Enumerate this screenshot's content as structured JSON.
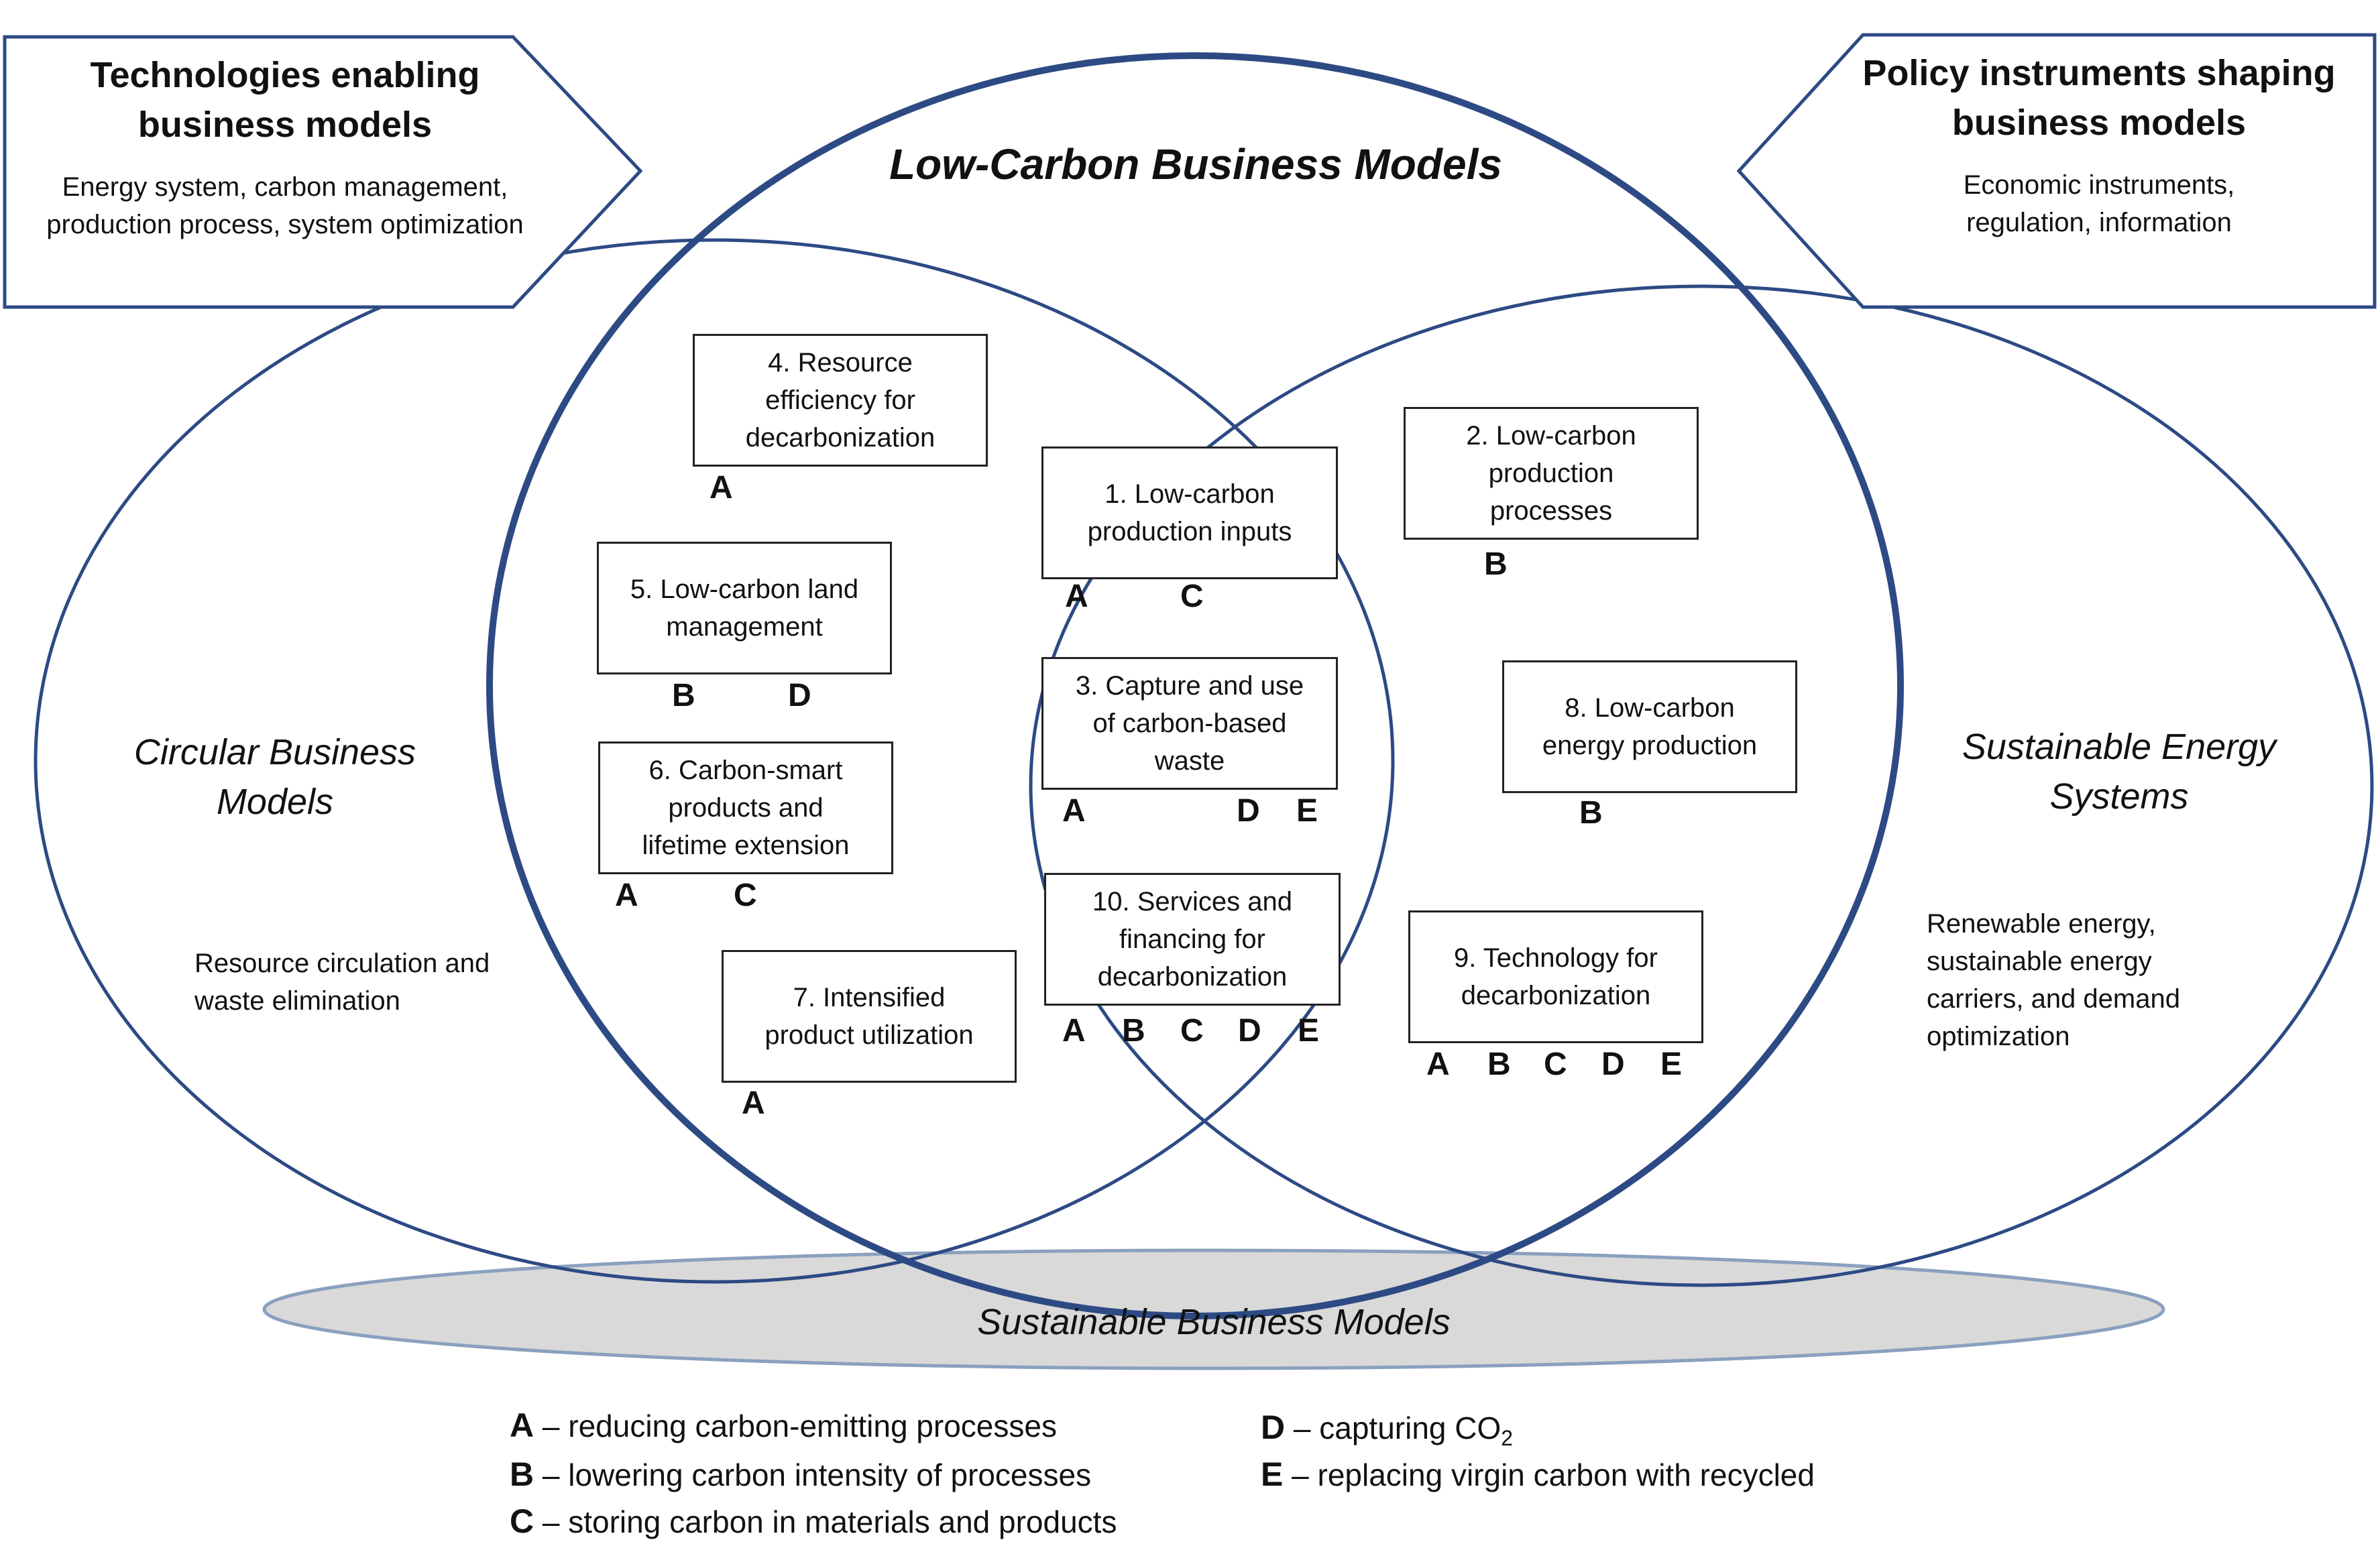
{
  "callout_left": {
    "title_line1": "Technologies enabling",
    "title_line2": "business models",
    "sub_line1": "Energy system, carbon management,",
    "sub_line2": "production process, system optimization"
  },
  "callout_right": {
    "title_line1": "Policy instruments shaping",
    "title_line2": "business models",
    "sub_line1": "Economic instruments,",
    "sub_line2": "regulation, information"
  },
  "main_title": "Low-Carbon Business Models",
  "circular": {
    "title_line1": "Circular Business",
    "title_line2": "Models",
    "sub_line1": "Resource circulation and",
    "sub_line2": "waste elimination"
  },
  "energy": {
    "title_line1": "Sustainable Energy",
    "title_line2": "Systems",
    "sub_line1": "Renewable energy,",
    "sub_line2": "sustainable energy",
    "sub_line3": "carriers, and demand",
    "sub_line4": "optimization"
  },
  "sustainable": {
    "label": "Sustainable Business Models"
  },
  "boxes": {
    "b1": {
      "line1": "1. Low-carbon",
      "line2": "production inputs",
      "letters": [
        "A",
        "C"
      ]
    },
    "b2": {
      "line1": "2. Low-carbon",
      "line2": "production",
      "line3": "processes",
      "letters": [
        "B"
      ]
    },
    "b3": {
      "line1": "3. Capture and use",
      "line2": "of carbon-based",
      "line3": "waste",
      "letters": [
        "A",
        "D",
        "E"
      ]
    },
    "b4": {
      "line1": "4. Resource",
      "line2": "efficiency for",
      "line3": "decarbonization",
      "letters": [
        "A"
      ]
    },
    "b5": {
      "line1": "5. Low-carbon land",
      "line2": "management",
      "letters": [
        "B",
        "D"
      ]
    },
    "b6": {
      "line1": "6. Carbon-smart",
      "line2": "products and",
      "line3": "lifetime extension",
      "letters": [
        "A",
        "C"
      ]
    },
    "b7": {
      "line1": "7. Intensified",
      "line2": "product utilization",
      "letters": [
        "A"
      ]
    },
    "b8": {
      "line1": "8. Low-carbon",
      "line2": "energy production",
      "letters": [
        "B"
      ]
    },
    "b9": {
      "line1": "9. Technology for",
      "line2": "decarbonization",
      "letters": [
        "A",
        "B",
        "C",
        "D",
        "E"
      ]
    },
    "b10": {
      "line1": "10. Services and",
      "line2": "financing for",
      "line3": "decarbonization",
      "letters": [
        "A",
        "B",
        "C",
        "D",
        "E"
      ]
    }
  },
  "legend": {
    "A": {
      "key": "A",
      "text": " – reducing carbon-emitting processes"
    },
    "B": {
      "key": "B",
      "text": " – lowering carbon intensity of processes"
    },
    "C": {
      "key": "C",
      "text": " – storing carbon in materials and products"
    },
    "D": {
      "key": "D",
      "text": " – capturing CO",
      "subscript": "2"
    },
    "E": {
      "key": "E",
      "text": " – replacing virgin carbon with recycled"
    }
  },
  "colors": {
    "circle_stroke": "#2d4a84",
    "ellipse_fill": "#d9d9d9",
    "ellipse_stroke": "#8aa0bf",
    "callout_stroke": "#2d4a84"
  }
}
